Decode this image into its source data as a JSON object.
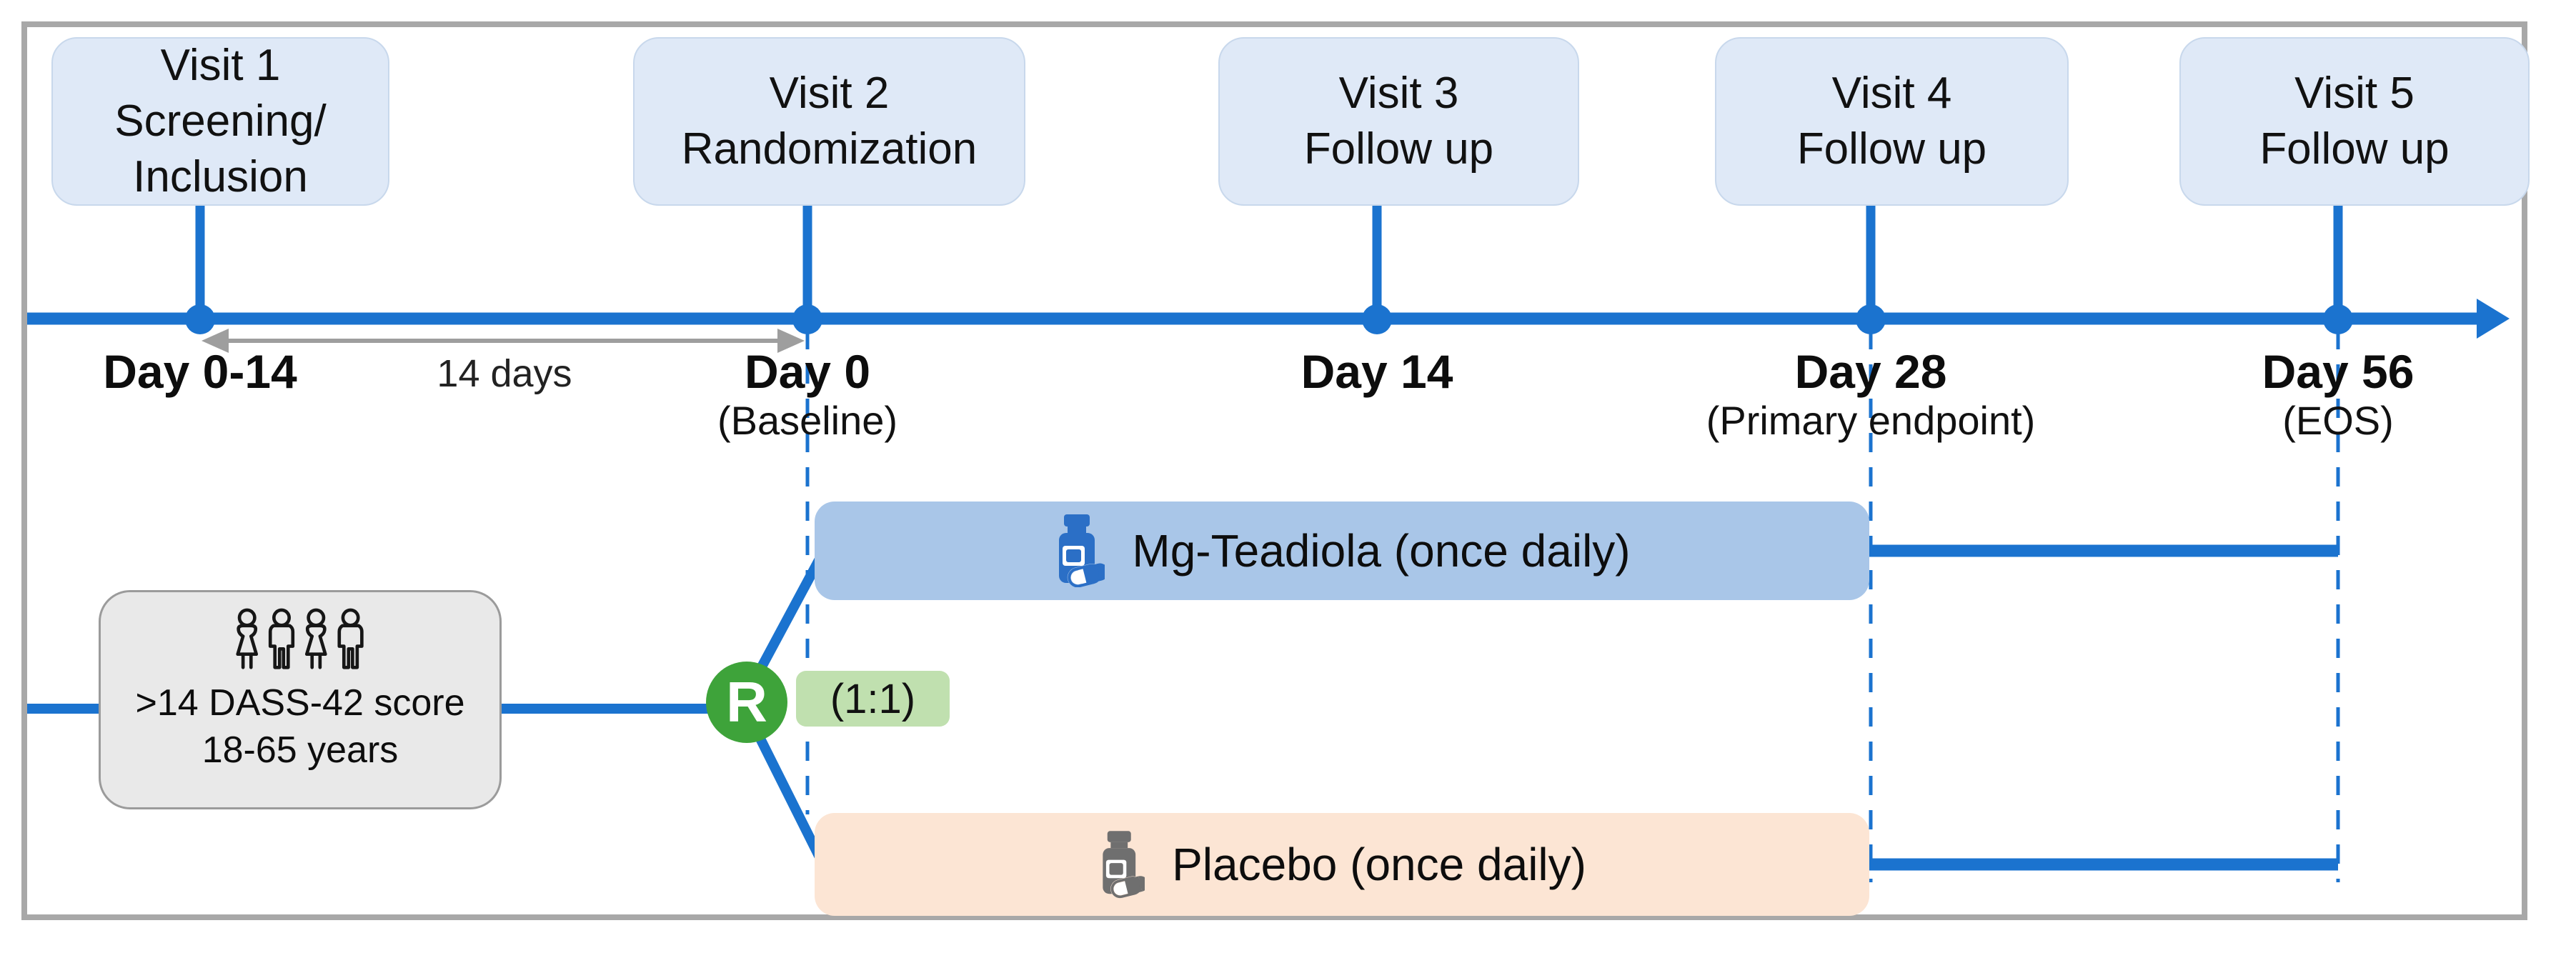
{
  "visits": [
    {
      "line1": "Visit 1",
      "line2": "Screening/",
      "line3": "Inclusion",
      "day": "Day 0-14",
      "note": ""
    },
    {
      "line1": "Visit 2",
      "line2": "Randomization",
      "day": "Day 0",
      "note": "(Baseline)"
    },
    {
      "line1": "Visit 3",
      "line2": "Follow up",
      "day": "Day 14",
      "note": ""
    },
    {
      "line1": "Visit 4",
      "line2": "Follow up",
      "day": "Day 28",
      "note": "(Primary endpoint)"
    },
    {
      "line1": "Visit 5",
      "line2": "Follow up",
      "day": "Day 56",
      "note": "(EOS)"
    }
  ],
  "timeline": {
    "interval_label": "14 days"
  },
  "population": {
    "line1": ">14 DASS-42 score",
    "line2": "18-65 years",
    "icon": "people-group-icon"
  },
  "randomization": {
    "symbol": "R",
    "ratio": "(1:1)"
  },
  "arms": [
    {
      "label": "Mg-Teadiola (once daily)",
      "icon": "pill-bottle-icon",
      "bar_color": "#a9c6e8",
      "icon_color": "#2b6fc6"
    },
    {
      "label": "Placebo (once daily)",
      "icon": "pill-bottle-icon",
      "bar_color": "#fce5d4",
      "icon_color": "#6f6f6f"
    }
  ],
  "colors": {
    "timeline_blue": "#1b73cf",
    "visit_box_fill": "#dfe9f7",
    "visit_box_border": "#c8d8ec",
    "mg_bar": "#a9c6e8",
    "placebo_bar": "#fce5d4",
    "randomization_green": "#3ea33a",
    "ratio_green": "#c0e0af",
    "population_box_gray": "#e9e9e9",
    "frame_border_gray": "#a8a8a8",
    "interval_arrow_gray": "#9e9e9e",
    "text_black": "#111111"
  }
}
